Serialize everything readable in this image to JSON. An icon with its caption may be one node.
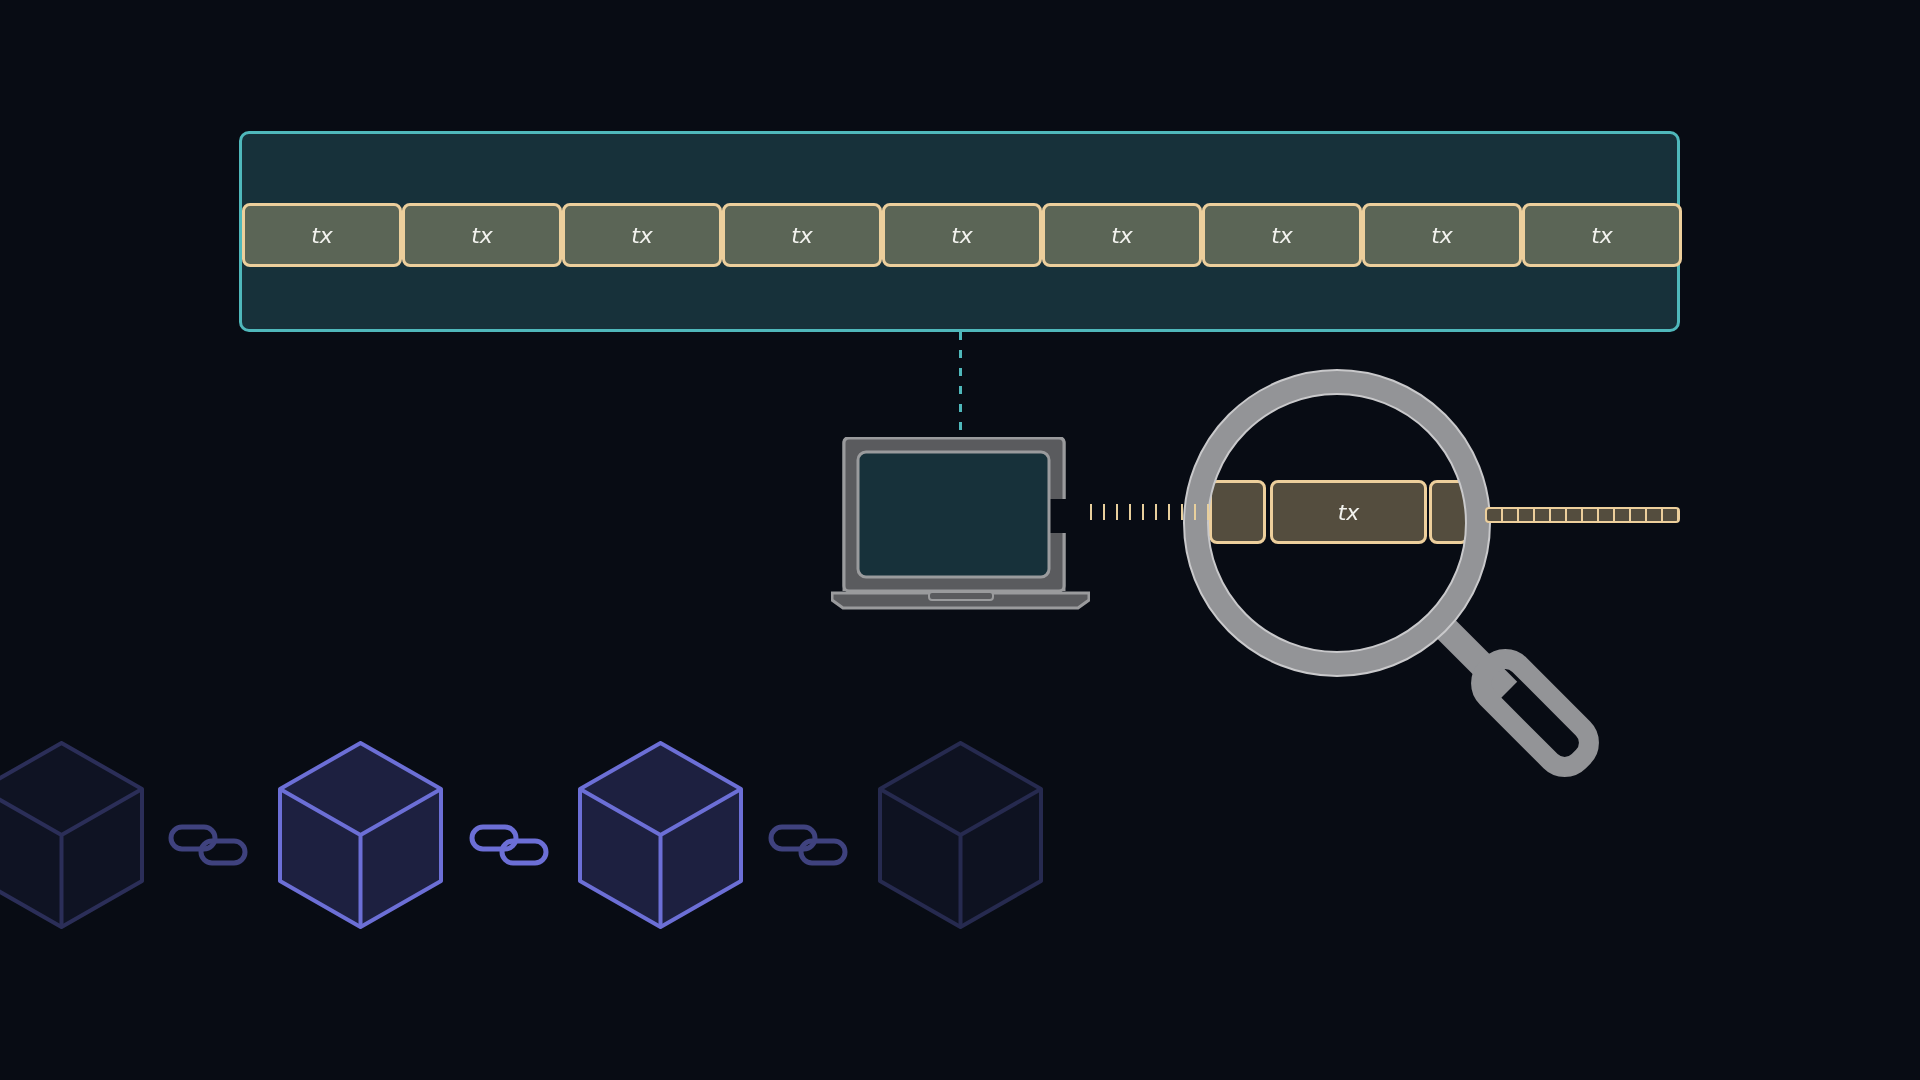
{
  "diagram": {
    "nodes": [
      {
        "text": [],
        "shape": "box"
      },
      {
        "text": [
          "tx"
        ],
        "in": 0
      },
      {
        "text": [
          "tx"
        ],
        "in": 0
      },
      {
        "text": [
          "tx"
        ],
        "in": 0
      },
      {
        "text": [
          "tx"
        ],
        "in": 0
      },
      {
        "text": [
          "tx"
        ],
        "in": 0
      },
      {
        "text": [
          "tx"
        ],
        "in": 0
      },
      {
        "text": [
          "tx"
        ],
        "in": 0
      },
      {
        "text": [
          "tx"
        ],
        "in": 0
      },
      {
        "text": [
          "tx"
        ],
        "in": 0
      },
      {
        "text": [],
        "shape": "picture"
      },
      {
        "text": [],
        "shape": "box"
      },
      {
        "text": [
          "tx"
        ]
      },
      {
        "text": [],
        "shape": "box"
      },
      {
        "text": [],
        "shape": "bar"
      },
      {
        "text": [],
        "shape": "cube"
      },
      {
        "text": [],
        "shape": "cube"
      },
      {
        "text": [],
        "shape": "cube"
      },
      {
        "text": [],
        "shape": "cube"
      }
    ],
    "edges": [
      {
        "from": 0,
        "to": 10,
        "arrow": "none",
        "style": "dashed",
        "color": "#4fb8bb"
      },
      {
        "from": 10,
        "to": 11,
        "arrow": "none",
        "style": "dashed",
        "color": "#e8cf9c"
      }
    ]
  }
}
